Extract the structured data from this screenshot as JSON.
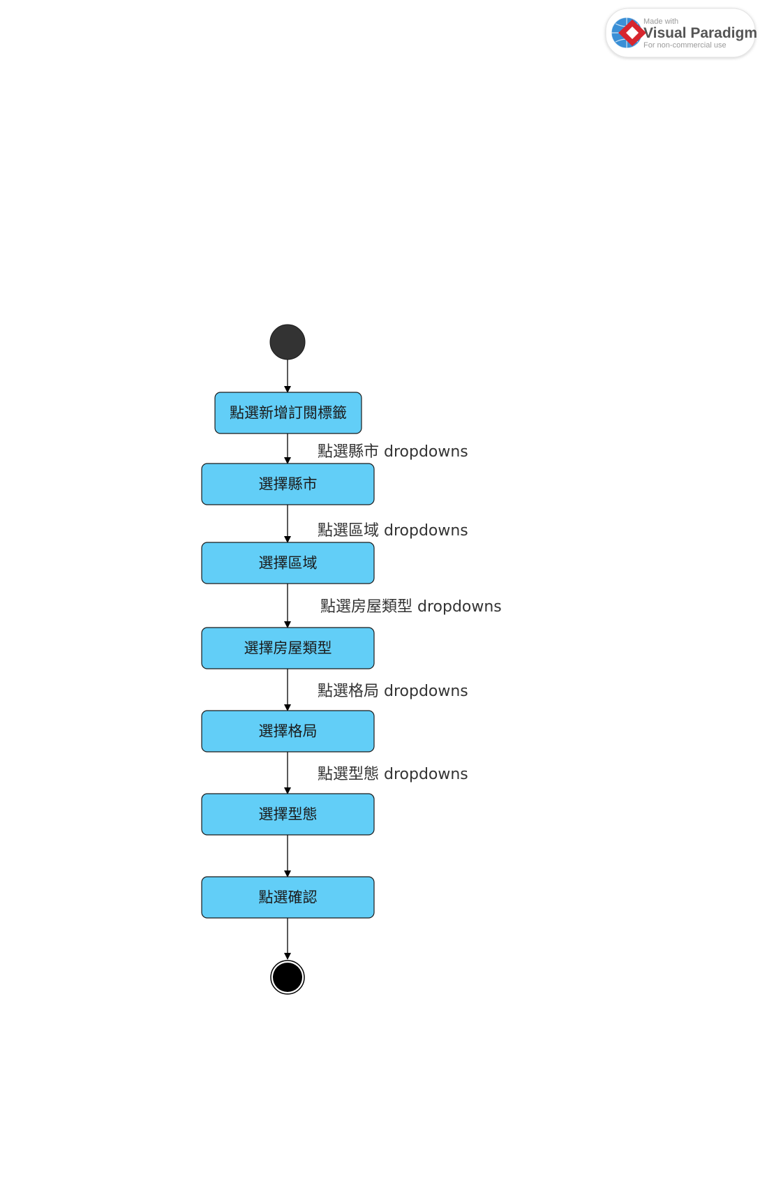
{
  "watermark": {
    "line1": "Made with",
    "brand": "Visual Paradigm",
    "line3": "For non-commercial use"
  },
  "colors": {
    "action_fill": "#62CEF7",
    "action_stroke": "#1a1a1a",
    "initial_node": "#333333",
    "final_node": "#000000",
    "arrow": "#000000"
  },
  "actions": [
    {
      "id": "new-subscription-tab",
      "label": "點選新增訂閱標籤"
    },
    {
      "id": "city",
      "label": "選擇縣市"
    },
    {
      "id": "district",
      "label": "選擇區域"
    },
    {
      "id": "house-type",
      "label": "選擇房屋類型"
    },
    {
      "id": "layout",
      "label": "選擇格局"
    },
    {
      "id": "style",
      "label": "選擇型態"
    },
    {
      "id": "confirm",
      "label": "點選確認"
    }
  ],
  "transitions": [
    {
      "from": "initial",
      "to": "new-subscription-tab",
      "label": ""
    },
    {
      "from": "new-subscription-tab",
      "to": "city",
      "label": "點選縣市 dropdowns"
    },
    {
      "from": "city",
      "to": "district",
      "label": "點選區域 dropdowns"
    },
    {
      "from": "district",
      "to": "house-type",
      "label": "點選房屋類型 dropdowns"
    },
    {
      "from": "house-type",
      "to": "layout",
      "label": "點選格局 dropdowns"
    },
    {
      "from": "layout",
      "to": "style",
      "label": "點選型態 dropdowns"
    },
    {
      "from": "style",
      "to": "confirm",
      "label": ""
    },
    {
      "from": "confirm",
      "to": "final",
      "label": ""
    }
  ]
}
